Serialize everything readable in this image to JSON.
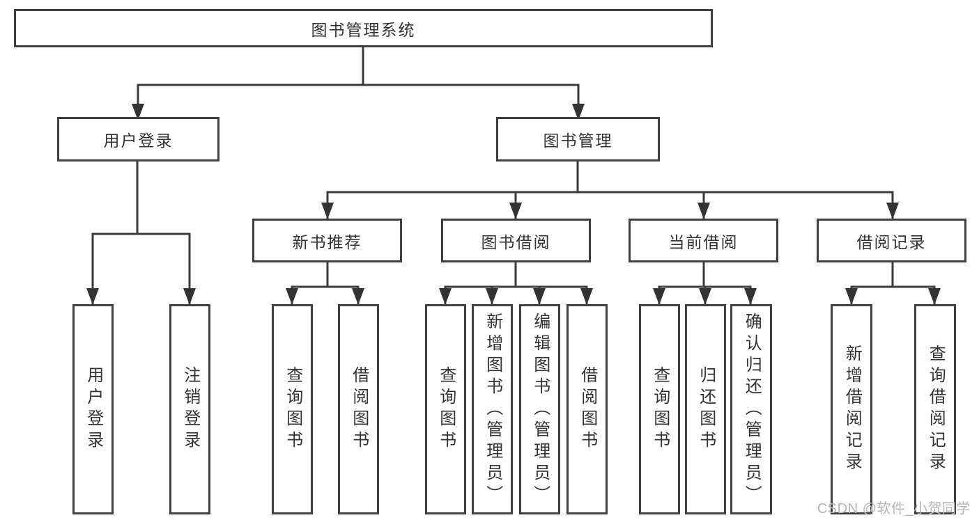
{
  "diagram": {
    "root": "图书管理系统",
    "user_branch": {
      "label": "用户登录",
      "children": [
        "用户登录",
        "注销登录"
      ]
    },
    "book_branch": {
      "label": "图书管理",
      "sections": [
        {
          "label": "新书推荐",
          "children": [
            "查询图书",
            "借阅图书"
          ]
        },
        {
          "label": "图书借阅",
          "children": [
            "查询图书",
            "新增图书（管理员）",
            "编辑图书（管理员）",
            "借阅图书"
          ]
        },
        {
          "label": "当前借阅",
          "children": [
            "查询图书",
            "归还图书",
            "确认归还（管理员）"
          ]
        },
        {
          "label": "借阅记录",
          "children": [
            "新增借阅记录",
            "查询借阅记录"
          ]
        }
      ]
    },
    "watermark": "CSDN @软件_小贺同学",
    "colors": {
      "line": "#3b3b3b",
      "box_border": "#3f3f3f",
      "box_fill": "#ffffff",
      "text": "#333333",
      "watermark_text": "#b5b5b5",
      "background": "#ffffff"
    }
  }
}
